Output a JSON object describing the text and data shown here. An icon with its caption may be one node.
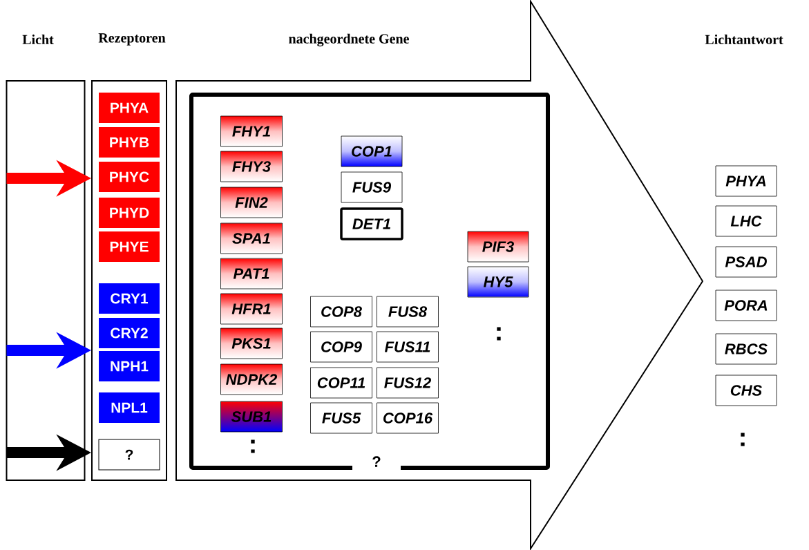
{
  "diagram": {
    "nodes": [
      {
        "text": [
          "Licht"
        ]
      },
      {
        "text": [
          "Rezeptoren"
        ]
      },
      {
        "text": [
          "nachgeordnete Gene"
        ]
      },
      {
        "text": [
          "?"
        ],
        "in": 2
      },
      {
        "text": [
          "PHYA"
        ],
        "in": 1
      },
      {
        "text": [
          "PHYB"
        ],
        "in": 1
      },
      {
        "text": [
          "PHYC"
        ],
        "in": 1
      },
      {
        "text": [
          "PHYD"
        ],
        "in": 1
      },
      {
        "text": [
          "PHYE"
        ],
        "in": 1
      },
      {
        "text": [
          "CRY1"
        ],
        "in": 1
      },
      {
        "text": [
          "CRY2"
        ],
        "in": 1
      },
      {
        "text": [
          "NPH1"
        ],
        "in": 1
      },
      {
        "text": [
          "NPL1"
        ],
        "in": 1
      },
      {
        "text": [
          "?"
        ],
        "in": 1
      },
      {
        "text": [
          "FHY1"
        ],
        "in": 3
      },
      {
        "text": [
          "FHY3"
        ],
        "in": 3
      },
      {
        "text": [
          "FIN2"
        ],
        "in": 3
      },
      {
        "text": [
          "SPA1"
        ],
        "in": 3
      },
      {
        "text": [
          "PAT1"
        ],
        "in": 3
      },
      {
        "text": [
          "HFR1"
        ],
        "in": 3
      },
      {
        "text": [
          "PKS1"
        ],
        "in": 3
      },
      {
        "text": [
          "NDPK2"
        ],
        "in": 3
      },
      {
        "text": [
          "SUB1"
        ],
        "in": 3
      },
      {
        "text": [
          "COP1"
        ],
        "in": 3
      },
      {
        "text": [
          "FUS9"
        ],
        "in": 3
      },
      {
        "text": [
          "DET1"
        ],
        "in": 3
      },
      {
        "text": [
          "COP8"
        ],
        "in": 3
      },
      {
        "text": [
          "FUS8"
        ],
        "in": 3
      },
      {
        "text": [
          "COP9"
        ],
        "in": 3
      },
      {
        "text": [
          "FUS11"
        ],
        "in": 3
      },
      {
        "text": [
          "COP11"
        ],
        "in": 3
      },
      {
        "text": [
          "FUS12"
        ],
        "in": 3
      },
      {
        "text": [
          "FUS5"
        ],
        "in": 3
      },
      {
        "text": [
          "COP16"
        ],
        "in": 3
      },
      {
        "text": [
          "PIF3"
        ],
        "in": 3
      },
      {
        "text": [
          "HY5"
        ],
        "in": 3
      },
      {
        "text": [
          "PHYA"
        ]
      },
      {
        "text": [
          "LHC"
        ]
      },
      {
        "text": [
          "PSAD"
        ]
      },
      {
        "text": [
          "PORA"
        ]
      },
      {
        "text": [
          "RBCS"
        ]
      },
      {
        "text": [
          "CHS"
        ]
      }
    ],
    "edges": [
      {
        "from": 0,
        "to": 1,
        "arrow": "to",
        "color": "#ff0000"
      },
      {
        "from": 0,
        "to": 1,
        "arrow": "to",
        "color": "#0000ff"
      },
      {
        "from": 0,
        "to": 1,
        "arrow": "to",
        "color": "#000000"
      }
    ],
    "labels": [
      "Lichtantwort",
      ":",
      ":",
      ":"
    ]
  }
}
